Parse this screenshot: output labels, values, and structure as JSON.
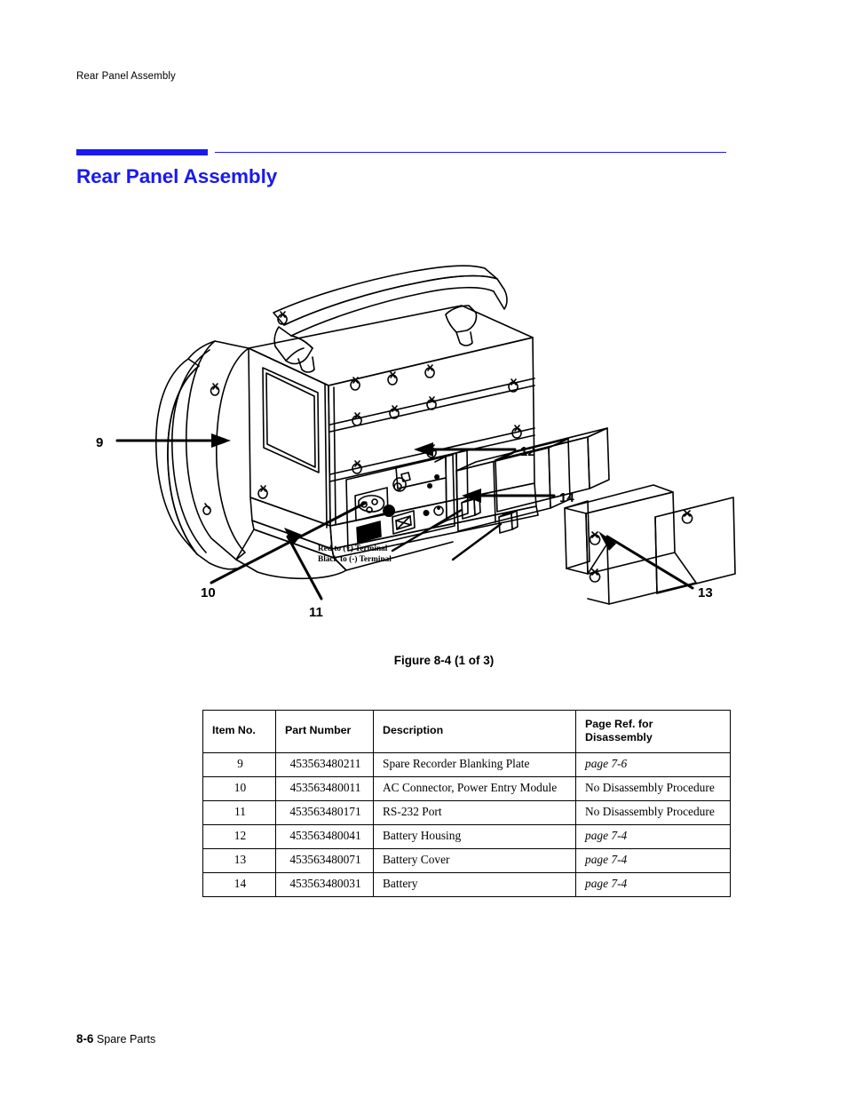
{
  "running_header": "Rear Panel Assembly",
  "section": {
    "heading": "Rear Panel Assembly",
    "rule_color": "#1a19ef"
  },
  "figure": {
    "caption": "Figure 8-4 (1 of 3)",
    "callouts": [
      {
        "id": "9",
        "label": "9"
      },
      {
        "id": "10",
        "label": "10"
      },
      {
        "id": "11",
        "label": "11"
      },
      {
        "id": "12",
        "label": "12"
      },
      {
        "id": "13",
        "label": "13"
      },
      {
        "id": "14",
        "label": "14"
      }
    ],
    "annotations": {
      "terminal_line1": "Red to (+) Terminal",
      "terminal_line2": "Black to (-) Terminal"
    }
  },
  "table": {
    "headers": [
      "Item No.",
      "Part Number",
      "Description",
      "Page Ref. for Disassembly"
    ],
    "header_page_ref_line1": "Page Ref. for",
    "header_page_ref_line2": "Disassembly",
    "rows": [
      {
        "item": "9",
        "part": "453563480211",
        "description": "Spare Recorder Blanking Plate",
        "page_ref": "page 7-6",
        "page_ref_italic": true
      },
      {
        "item": "10",
        "part": "453563480011",
        "description": "AC Connector, Power Entry Module",
        "page_ref": "No Disassembly Procedure",
        "page_ref_italic": false
      },
      {
        "item": "11",
        "part": "453563480171",
        "description": "RS-232 Port",
        "page_ref": "No Disassembly Procedure",
        "page_ref_italic": false
      },
      {
        "item": "12",
        "part": "453563480041",
        "description": "Battery Housing",
        "page_ref": "page 7-4",
        "page_ref_italic": true
      },
      {
        "item": "13",
        "part": "453563480071",
        "description": "Battery Cover",
        "page_ref": "page 7-4",
        "page_ref_italic": true
      },
      {
        "item": "14",
        "part": "453563480031",
        "description": "Battery",
        "page_ref": "page 7-4",
        "page_ref_italic": true
      }
    ]
  },
  "footer": {
    "folio": "8-6",
    "label": "Spare Parts"
  }
}
